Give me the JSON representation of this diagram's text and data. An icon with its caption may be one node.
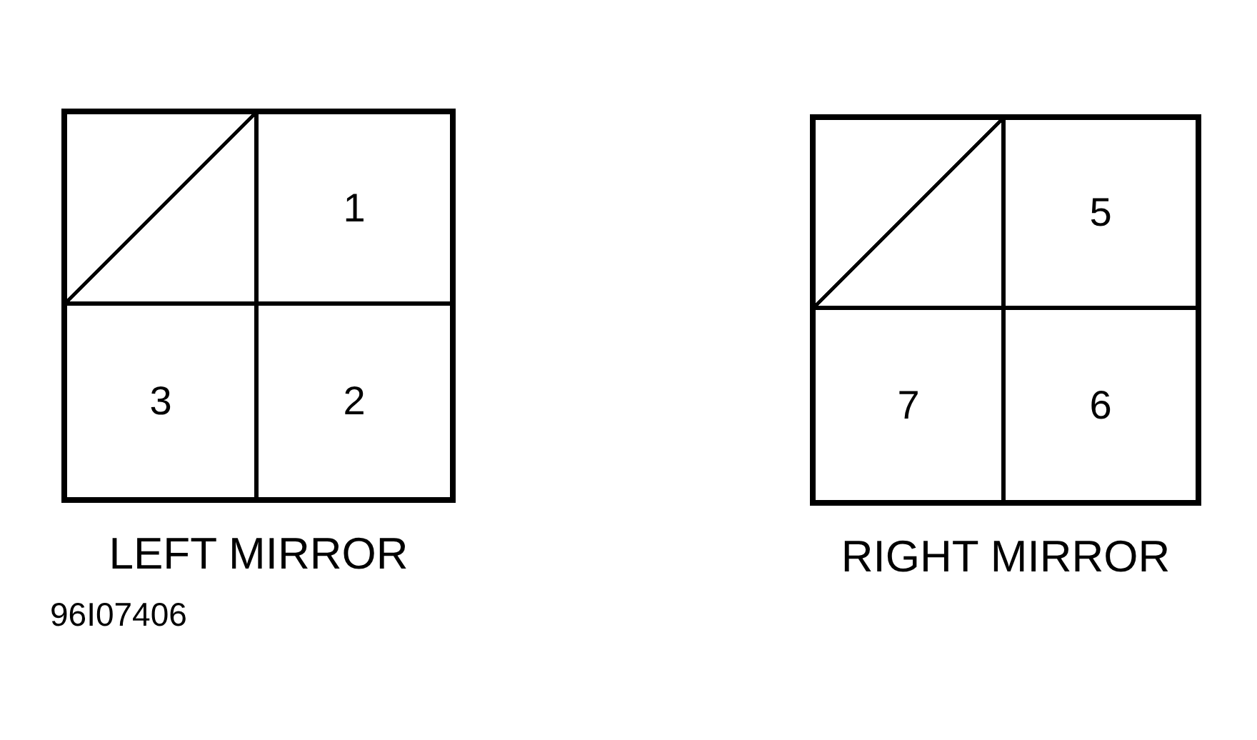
{
  "diagram": {
    "nodes": [
      {
        "text": [
          "LEFT MIRROR"
        ]
      },
      {
        "text": [],
        "shape": "box",
        "in": 0
      },
      {
        "text": [
          "1"
        ],
        "in": 0
      },
      {
        "text": [
          "3"
        ],
        "in": 0
      },
      {
        "text": [
          "2"
        ],
        "in": 0
      },
      {
        "text": [
          "RIGHT MIRROR"
        ]
      },
      {
        "text": [],
        "shape": "box",
        "in": 5
      },
      {
        "text": [
          "5"
        ],
        "in": 5
      },
      {
        "text": [
          "7"
        ],
        "in": 5
      },
      {
        "text": [
          "6"
        ],
        "in": 5
      }
    ],
    "edges": [],
    "labels": [
      "96I07406"
    ]
  }
}
